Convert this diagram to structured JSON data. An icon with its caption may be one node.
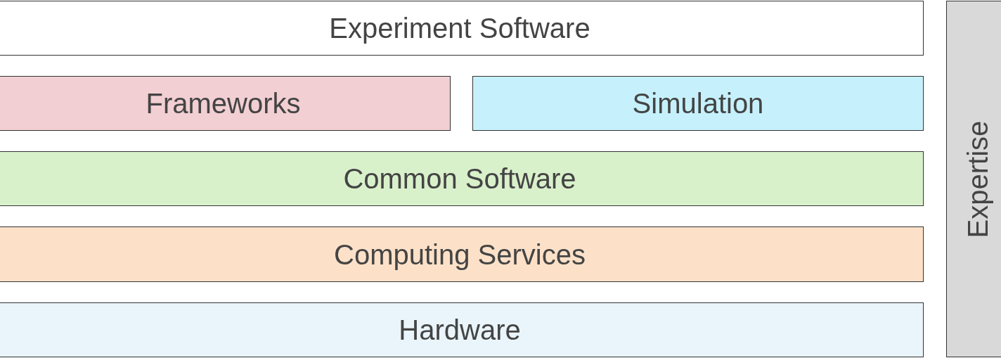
{
  "diagram": {
    "nodes": [
      {
        "text": [
          "Experiment Software"
        ]
      },
      {
        "text": [
          "Frameworks"
        ]
      },
      {
        "text": [
          "Simulation"
        ]
      },
      {
        "text": [
          "Common Software"
        ]
      },
      {
        "text": [
          "Computing Services"
        ]
      },
      {
        "text": [
          "Hardware"
        ]
      },
      {
        "text": [
          "Expertise"
        ]
      }
    ]
  }
}
